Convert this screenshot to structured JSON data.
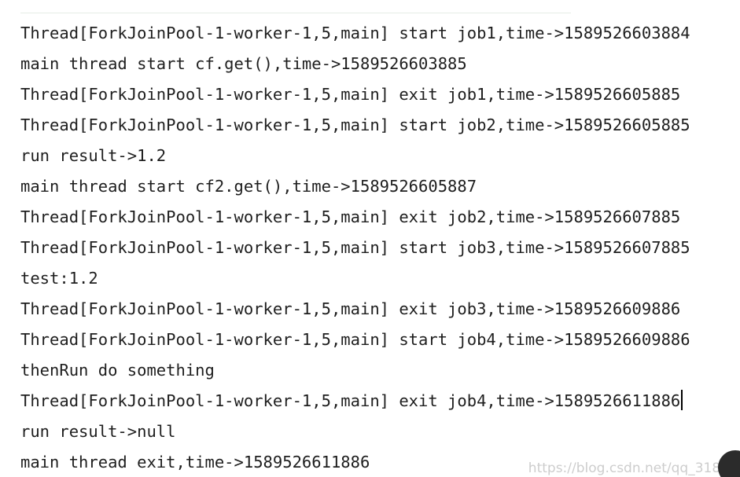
{
  "console": {
    "lines": [
      "Thread[ForkJoinPool-1-worker-1,5,main] start job1,time->1589526603884",
      "main thread start cf.get(),time->1589526603885",
      "Thread[ForkJoinPool-1-worker-1,5,main] exit job1,time->1589526605885",
      "Thread[ForkJoinPool-1-worker-1,5,main] start job2,time->1589526605885",
      "run result->1.2",
      "main thread start cf2.get(),time->1589526605887",
      "Thread[ForkJoinPool-1-worker-1,5,main] exit job2,time->1589526607885",
      "Thread[ForkJoinPool-1-worker-1,5,main] start job3,time->1589526607885",
      "test:1.2",
      "Thread[ForkJoinPool-1-worker-1,5,main] exit job3,time->1589526609886",
      "Thread[ForkJoinPool-1-worker-1,5,main] start job4,time->1589526609886",
      "thenRun do something",
      "Thread[ForkJoinPool-1-worker-1,5,main] exit job4,time->1589526611886",
      "run result->null",
      "main thread exit,time->1589526611886"
    ]
  },
  "watermark": {
    "text": "https://blog.csdn.net/qq_3186"
  }
}
